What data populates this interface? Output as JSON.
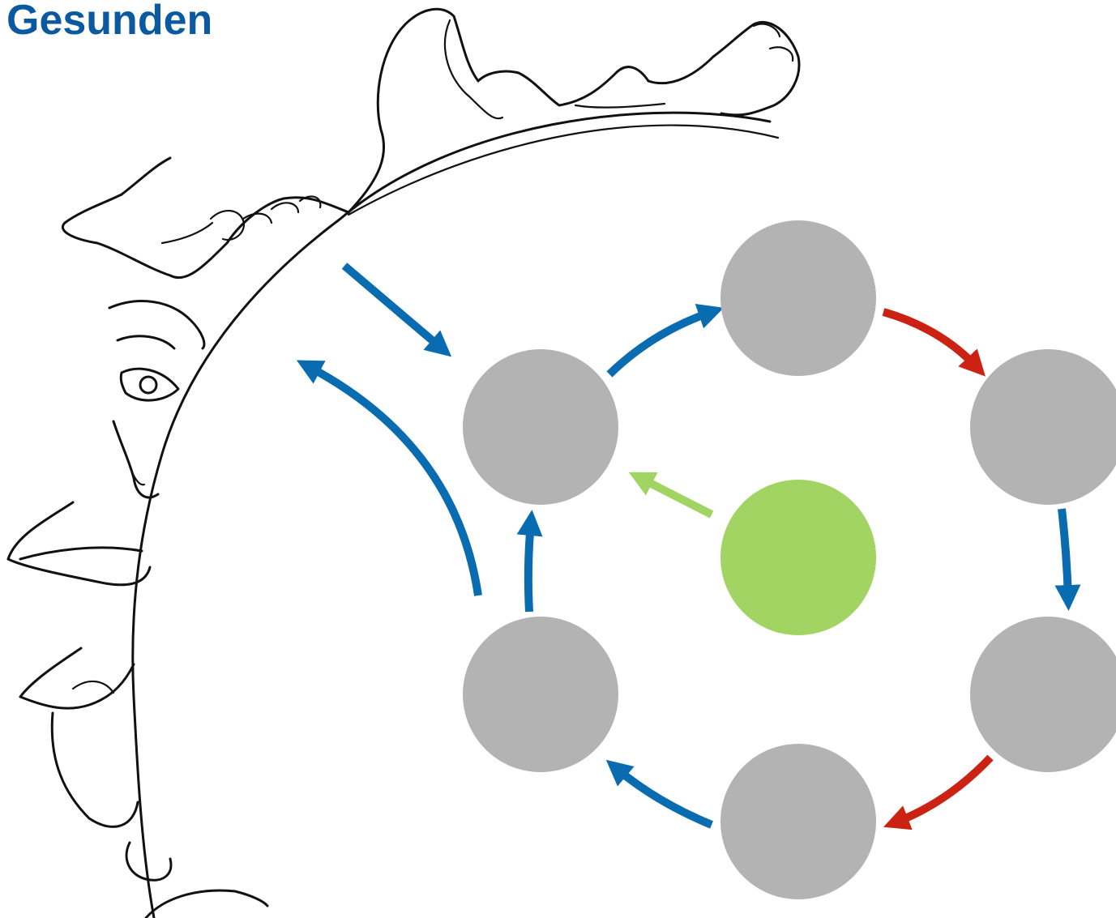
{
  "title": "Gesunden",
  "colors": {
    "title": "#0b5aa0",
    "node_gray": "#b3b3b3",
    "node_center": "#a1d463",
    "arrow_blue": "#0a6cb0",
    "arrow_red": "#cc2214",
    "arrow_green": "#a1d463",
    "ink": "#111111"
  },
  "diagram": {
    "nodes": [
      {
        "id": "top",
        "color": "gray"
      },
      {
        "id": "upper-left",
        "color": "gray"
      },
      {
        "id": "upper-right",
        "color": "gray"
      },
      {
        "id": "center",
        "color": "green"
      },
      {
        "id": "lower-left",
        "color": "gray"
      },
      {
        "id": "lower-right",
        "color": "gray"
      },
      {
        "id": "bottom",
        "color": "gray"
      }
    ],
    "arrows": [
      {
        "from": "upper-left",
        "to": "top",
        "color": "blue"
      },
      {
        "from": "top",
        "to": "upper-right",
        "color": "red"
      },
      {
        "from": "upper-right",
        "to": "lower-right",
        "color": "blue"
      },
      {
        "from": "lower-right",
        "to": "bottom",
        "color": "red"
      },
      {
        "from": "bottom",
        "to": "lower-left",
        "color": "blue"
      },
      {
        "from": "lower-left",
        "to": "upper-left",
        "color": "blue"
      },
      {
        "from": "center",
        "to": "upper-left",
        "color": "green"
      },
      {
        "from": "outside",
        "to": "upper-left",
        "color": "blue"
      },
      {
        "from": "lower-left",
        "to": "outside",
        "color": "blue"
      }
    ]
  },
  "illustration": {
    "icon": "reclining-giant-figure-drawing"
  }
}
